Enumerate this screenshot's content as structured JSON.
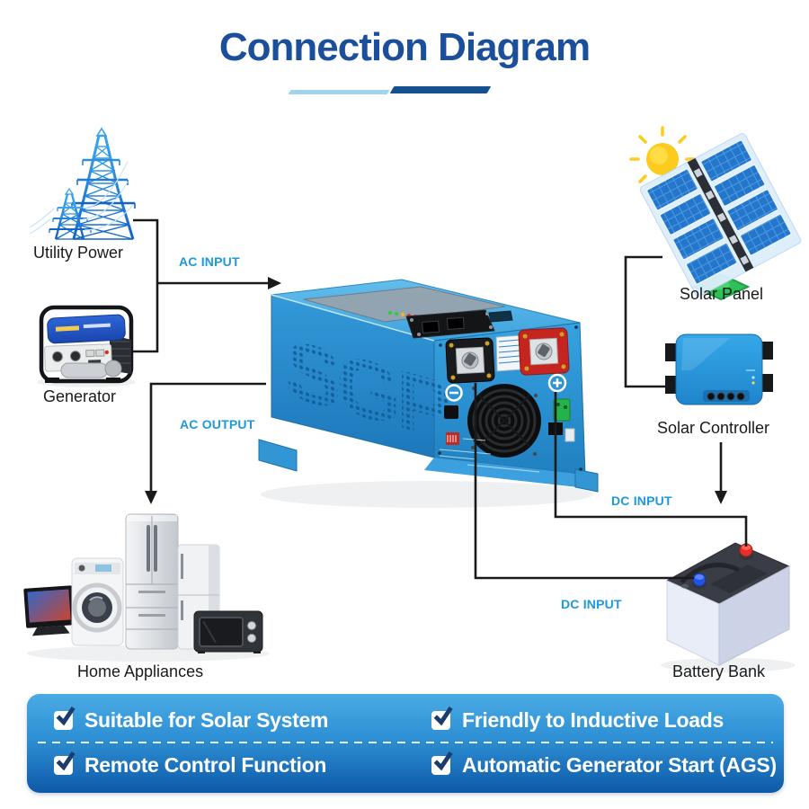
{
  "title": "Connection Diagram",
  "inverter": {
    "brand": "SGP"
  },
  "nodes": {
    "utility_power": {
      "label": "Utility Power"
    },
    "generator": {
      "label": "Generator"
    },
    "home_appliances": {
      "label": "Home Appliances"
    },
    "solar_panel": {
      "label": "Solar Panel"
    },
    "solar_controller": {
      "label": "Solar Controller"
    },
    "battery_bank": {
      "label": "Battery Bank"
    }
  },
  "flow_labels": {
    "ac_input": "AC INPUT",
    "ac_output": "AC OUTPUT",
    "dc_input_controller": "DC INPUT",
    "dc_input_battery": "DC INPUT"
  },
  "features": [
    {
      "label": "Suitable for Solar System"
    },
    {
      "label": "Friendly to Inductive Loads"
    },
    {
      "label": "Remote Control Function"
    },
    {
      "label": "Automatic Generator Start (AGS)"
    }
  ],
  "colors": {
    "title_blue": "#1b4f9c",
    "flow_label_blue": "#1e9ad8",
    "underline_light": "#9fd4f0",
    "underline_dark": "#16518f",
    "banner_top": "#4aabe4",
    "banner_bottom": "#0e59a7",
    "inverter_blue": "#2f9ad8",
    "connector_line": "#1a1a1a"
  }
}
